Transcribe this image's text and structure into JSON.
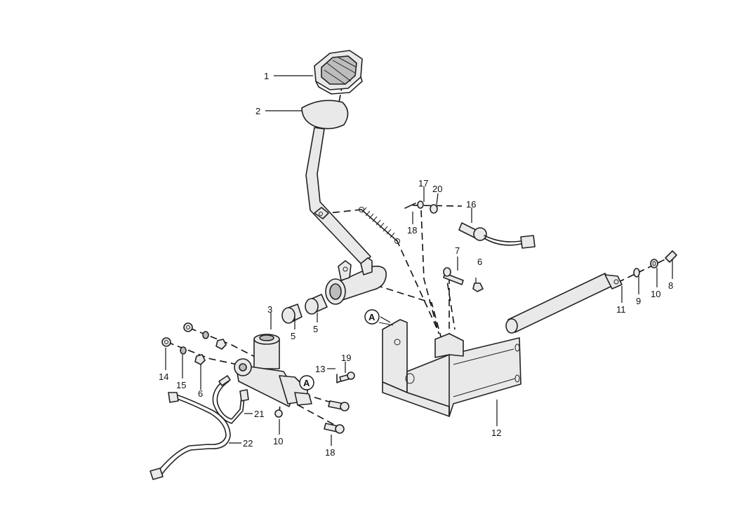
{
  "callouts": {
    "c1": "1",
    "c2": "2",
    "c3": "3",
    "c5a": "5",
    "c5b": "5",
    "c6a": "6",
    "c6b": "6",
    "c7": "7",
    "c8": "8",
    "c9": "9",
    "c10a": "10",
    "c10b": "10",
    "c11": "11",
    "c12": "12",
    "c13": "13",
    "c14": "14",
    "c15": "15",
    "c16": "16",
    "c17": "17",
    "c18a": "18",
    "c18b": "18",
    "c19": "19",
    "c20": "20",
    "c21": "21",
    "c22": "22"
  },
  "reference_marks": {
    "ref_a1": "A",
    "ref_a2": "A"
  }
}
